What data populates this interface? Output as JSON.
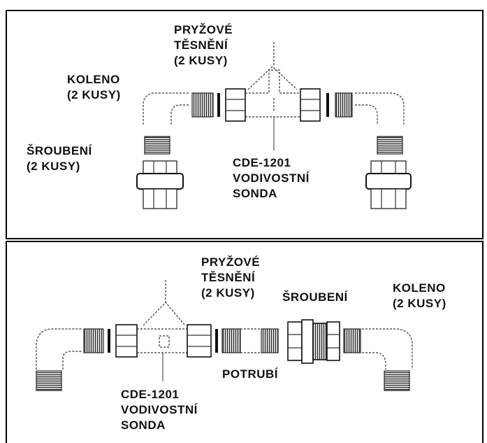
{
  "top": {
    "seals": {
      "line1": "PRYŽOVÉ",
      "line2": "TĚSNĚNÍ",
      "line3": "(2 KUSY)"
    },
    "elbow": {
      "line1": "KOLENO",
      "line2": "(2 KUSY)"
    },
    "union": {
      "line1": "ŠROUBENÍ",
      "line2": "(2 KUSY)"
    },
    "probe": {
      "line1": "CDE-1201",
      "line2": "VODIVOSTNÍ",
      "line3": "SONDA"
    }
  },
  "bottom": {
    "seals": {
      "line1": "PRYŽOVÉ",
      "line2": "TĚSNĚNÍ",
      "line3": "(2 KUSY)"
    },
    "union": {
      "line1": "ŠROUBENÍ"
    },
    "elbow": {
      "line1": "KOLENO",
      "line2": "(2 KUSY)"
    },
    "pipe": {
      "line1": "POTRUBÍ"
    },
    "probe": {
      "line1": "CDE-1201",
      "line2": "VODIVOSTNÍ",
      "line3": "SONDA"
    }
  }
}
